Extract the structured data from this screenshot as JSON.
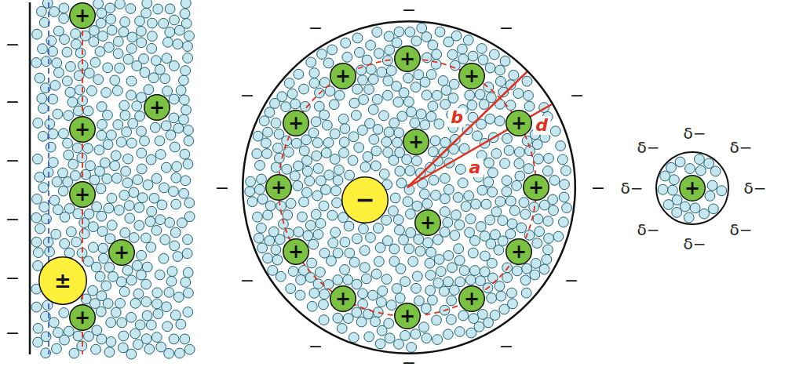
{
  "diagram": {
    "nodes": [
      {
        "text": [
          "+"
        ]
      },
      {
        "text": [
          "+"
        ]
      },
      {
        "text": [
          "+"
        ]
      },
      {
        "text": [
          "+"
        ]
      },
      {
        "text": [
          "+"
        ]
      },
      {
        "text": [
          "±"
        ]
      },
      {
        "text": [
          "+"
        ]
      },
      {
        "text": [
          "b",
          "d",
          "a"
        ]
      },
      {
        "text": [
          "+"
        ],
        "in": 7
      },
      {
        "text": [
          "+"
        ],
        "in": 7
      },
      {
        "text": [
          "+"
        ],
        "in": 7
      },
      {
        "text": [
          "+"
        ],
        "in": 7
      },
      {
        "text": [
          "+"
        ],
        "in": 7
      },
      {
        "text": [
          "+"
        ],
        "in": 7
      },
      {
        "text": [
          "+"
        ],
        "in": 7
      },
      {
        "text": [
          "+"
        ],
        "in": 7
      },
      {
        "text": [
          "−"
        ],
        "in": 7
      },
      {
        "text": [
          "+"
        ],
        "in": 7
      },
      {
        "text": [
          "+"
        ],
        "in": 7
      },
      {
        "text": [
          "+"
        ],
        "in": 7
      },
      {
        "text": [
          "+"
        ],
        "in": 7
      },
      {
        "text": [
          "+"
        ],
        "in": 7
      },
      {
        "text": [
          "+"
        ],
        "in": 7
      },
      {
        "text": [
          "δ−",
          "δ−",
          "δ−",
          "δ−",
          "δ−",
          "δ−",
          "δ−",
          "δ−"
        ]
      },
      {
        "text": [
          "+"
        ],
        "in": 23
      }
    ],
    "labels": [
      "−",
      "−",
      "−",
      "−",
      "−",
      "−",
      "−",
      "−",
      "−",
      "−",
      "−",
      "−",
      "−",
      "−",
      "−",
      "−",
      "−",
      "−"
    ]
  }
}
